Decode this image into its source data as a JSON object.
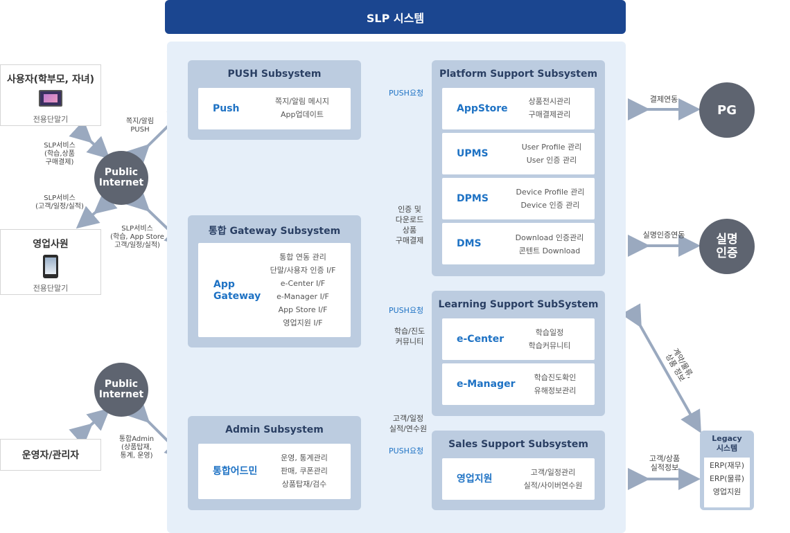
{
  "title": "SLP 시스템",
  "left": {
    "user": {
      "title": "사용자(학부모, 자녀)",
      "device": "전용단말기",
      "icon": "tablet-icon"
    },
    "sales": {
      "title": "영업사원",
      "device": "전용단말기",
      "icon": "phone-icon"
    },
    "admin": {
      "title": "운영자/관리자"
    },
    "internet1": "Public Internet",
    "internet2": "Public Internet",
    "labels": {
      "push": "쪽지/알림\nPUSH",
      "slp1": "SLP서비스\n(학습,상품\n구매결제)",
      "slp2": "SLP서비스\n(고객/일정/실적)",
      "slp3": "SLP서비스\n(학습, App Store\n고객/일정/실적)",
      "admin": "통합Admin\n(상품탑재,\n통계, 운영)"
    }
  },
  "subsystems": {
    "push": {
      "title": "PUSH Subsystem",
      "card": {
        "name": "Push",
        "lines": "쪽지/알림 메시지\nApp업데이트"
      }
    },
    "gateway": {
      "title": "통합 Gateway Subsystem",
      "card": {
        "name": "App\nGateway",
        "lines": "통합 연동 관리\n단말/사용자 인증 I/F\ne-Center I/F\ne-Manager I/F\nApp Store I/F\n영업지원 I/F"
      }
    },
    "admin": {
      "title": "Admin Subsystem",
      "card": {
        "name": "통합어드민",
        "lines": "운영, 통계관리\n판매, 쿠폰관리\n상품탑재/검수"
      }
    },
    "platform": {
      "title": "Platform Support Subsystem",
      "cards": [
        {
          "name": "AppStore",
          "lines": "상품전시관리\n구매결제관리"
        },
        {
          "name": "UPMS",
          "lines": "User Profile 관리\nUser 인증 관리"
        },
        {
          "name": "DPMS",
          "lines": "Device Profile 관리\nDevice 인증 관리"
        },
        {
          "name": "DMS",
          "lines": "Download 인증관리\n콘텐트 Download"
        }
      ]
    },
    "learning": {
      "title": "Learning Support SubSystem",
      "cards": [
        {
          "name": "e-Center",
          "lines": "학습일정\n학습커뮤니티"
        },
        {
          "name": "e-Manager",
          "lines": "학습진도확인\n유해정보관리"
        }
      ]
    },
    "sales": {
      "title": "Sales Support Subsystem",
      "cards": [
        {
          "name": "영업지원",
          "lines": "고객/일정관리\n실적/사이버연수원"
        }
      ]
    }
  },
  "middle_labels": {
    "push1": "PUSH요청",
    "push2": "PUSH요청",
    "push3": "PUSH요청",
    "auth": "인증 및\n다운로드\n상품\n구매결제",
    "learn": "학습/진도\n커뮤니티",
    "sales": "고객/일정\n실적/연수원"
  },
  "right": {
    "pg": {
      "circle": "PG",
      "label": "결제연동"
    },
    "realname": {
      "circle": "실명\n인증",
      "label": "실명인증연동"
    },
    "contract_label": "계약/물류,\n상품 정보",
    "legacy_label": "고객/상품\n실적정보",
    "legacy": {
      "title": "Legacy\n시스템",
      "items": [
        "ERP(재무)",
        "ERP(물류)",
        "영업지원"
      ]
    }
  },
  "colors": {
    "banner": "#1b4690",
    "panel": "#e6eff9",
    "subsystem": "#bccce0",
    "accent": "#1e72c4",
    "circle": "#5e6470",
    "arrow": "#9aa9bf"
  }
}
